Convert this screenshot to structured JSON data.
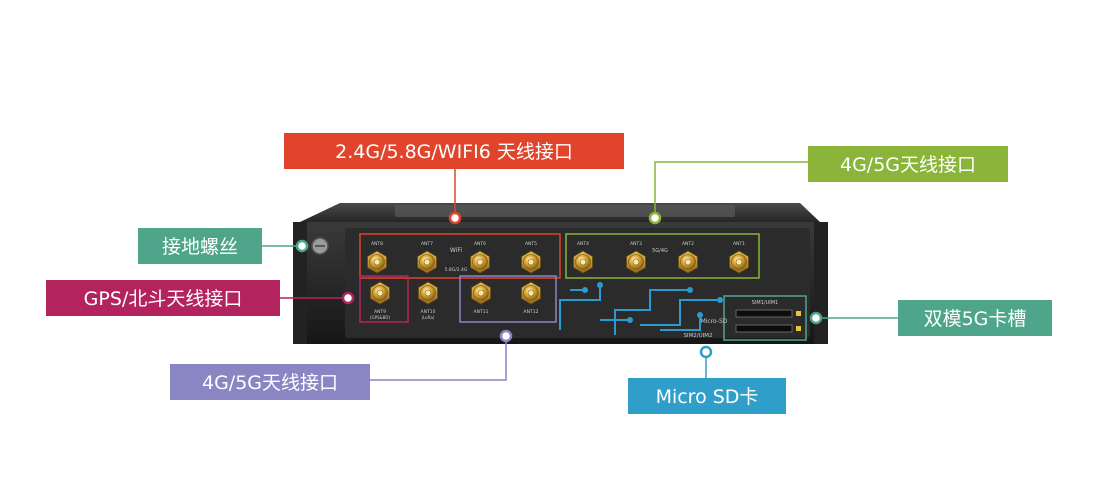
{
  "device": {
    "wifi_label": "WiFi",
    "wifi_band_label": "5.8G/2.4G",
    "cell_label": "5G/4G",
    "micro_sd_label": "Micro-SD",
    "sim1_label": "SIM1/UIM1",
    "sim2_label": "SIM2/UIM2",
    "ports_top": [
      {
        "label": "ANT8"
      },
      {
        "label": "ANT7"
      },
      {
        "label": "ANT6"
      },
      {
        "label": "ANT5"
      },
      {
        "label": "ANT4"
      },
      {
        "label": "ANT3"
      },
      {
        "label": "ANT2"
      },
      {
        "label": "ANT1"
      }
    ],
    "ports_bottom": [
      {
        "label": "ANT9",
        "sublabel": "(GPS&BD)"
      },
      {
        "label": "ANT10",
        "sublabel": "(LoRa)"
      },
      {
        "label": "ANT11",
        "sublabel": ""
      },
      {
        "label": "ANT12",
        "sublabel": ""
      }
    ]
  },
  "callouts": {
    "wifi_antenna": {
      "text": "2.4G/5.8G/WIFI6 天线接口",
      "color": "#e0442b"
    },
    "cell_antenna_top": {
      "text": "4G/5G天线接口",
      "color": "#8bb43a"
    },
    "ground_screw": {
      "text": "接地螺丝",
      "color": "#4fa58a"
    },
    "gps_antenna": {
      "text": "GPS/北斗天线接口",
      "color": "#b3245f"
    },
    "cell_antenna_bottom": {
      "text": "4G/5G天线接口",
      "color": "#8a86c4"
    },
    "micro_sd": {
      "text": "Micro SD卡",
      "color": "#2f9fc9"
    },
    "dual_sim": {
      "text": "双模5G卡槽",
      "color": "#4fa58a"
    }
  }
}
